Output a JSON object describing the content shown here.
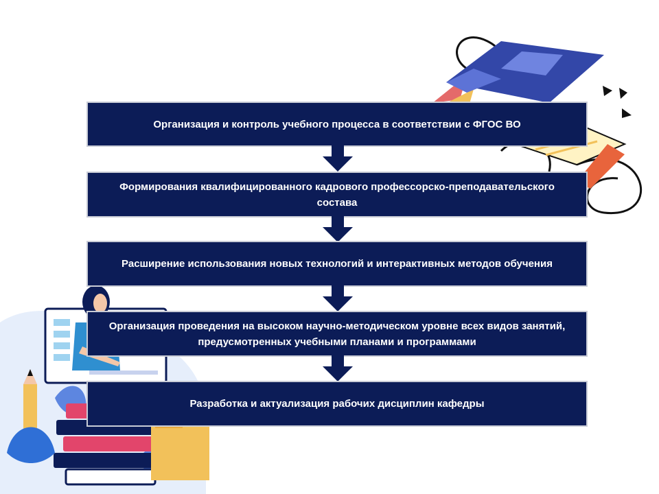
{
  "flowchart": {
    "steps": [
      {
        "label": "Организация и контроль учебного процесса в соответствии с ФГОС ВО"
      },
      {
        "label": "Формирования квалифицированного кадрового профессорско-преподавательского состава"
      },
      {
        "label": "Расширение использования новых технологий и интерактивных методов обучения"
      },
      {
        "label": "Организация проведения на высоком научно-методическом уровне всех видов занятий, предусмотренных учебными планами и программами"
      },
      {
        "label": "Разработка и актуализация рабочих дисциплин кафедры"
      }
    ]
  },
  "colors": {
    "step_fill": "#0c1c57",
    "step_border": "#c9ccd6",
    "arrow": "#0c1c57",
    "accent_blue": "#4a5fc1",
    "accent_yellow": "#f2c15a"
  },
  "illustrations": {
    "top_right": "graduation-cap-books-illustration",
    "bottom_left": "teacher-laptop-books-illustration"
  }
}
